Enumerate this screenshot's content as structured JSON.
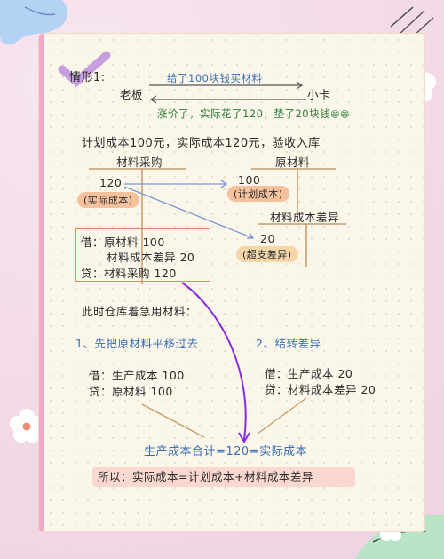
{
  "title": "情形1:",
  "boss": "老板",
  "worker": "小卡",
  "top_note": "给了100块钱买材料",
  "price_note": "涨价了，实际花了120，垫了20块钱",
  "emoji": "😁😁",
  "summary_line": "计划成本100元，实际成本120元，验收入库",
  "accounts": {
    "purchase": {
      "title": "材料采购",
      "value": "120",
      "tag": "(实际成本)"
    },
    "raw": {
      "title": "原材料",
      "value": "100",
      "tag": "(计划成本)"
    },
    "variance": {
      "title": "材料成本差异",
      "value": "20",
      "tag": "(超支差异)"
    }
  },
  "entry1": {
    "line1": "借：原材料  100",
    "line2": "材料成本差异 20",
    "line3": "贷：材料采购  120"
  },
  "warehouse_note": "此时仓库着急用材料：",
  "step1": {
    "title": "1、先把原材料平移过去",
    "line1": "借：生产成本 100",
    "line2": "贷：原材料  100"
  },
  "step2": {
    "title": "2、结转差异",
    "line1": "借：生产成本  20",
    "line2": "贷：材料成本差异 20"
  },
  "total_line": "生产成本合计=120=实际成本",
  "conclusion": "所以：实际成本=计划成本+材料成本差异",
  "colors": {
    "orange_pill": "#f6c29e",
    "blue_pill": "#f5d6a8",
    "pink_accent": "#f4a8c8",
    "purple_arrow": "#8a2be2"
  }
}
